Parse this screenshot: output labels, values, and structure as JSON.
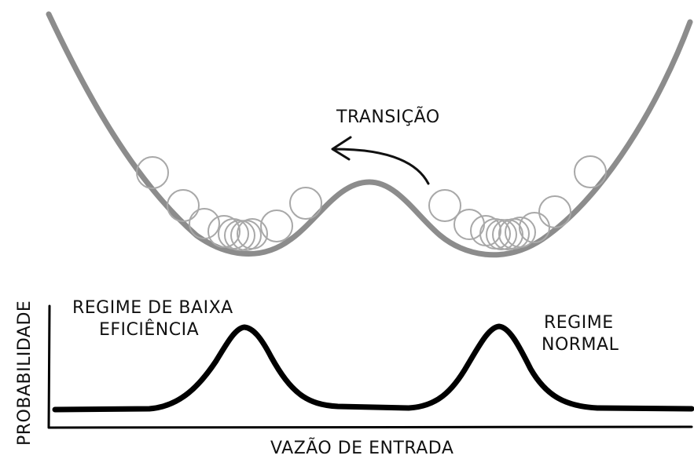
{
  "labels": {
    "transition": "TRANSIÇÃO",
    "low_efficiency_line1": "REGIME DE BAIXA",
    "low_efficiency_line2": "EFICIÊNCIA",
    "normal_line1": "REGIME",
    "normal_line2": "NORMAL",
    "x_axis": "VAZÃO DE ENTRADA",
    "y_axis": "PROBABILIDADE"
  },
  "colors": {
    "landscape": "#8c8c8c",
    "balls": "#a8a8a8",
    "curve": "#000000",
    "axis": "#000000",
    "text": "#111111"
  }
}
